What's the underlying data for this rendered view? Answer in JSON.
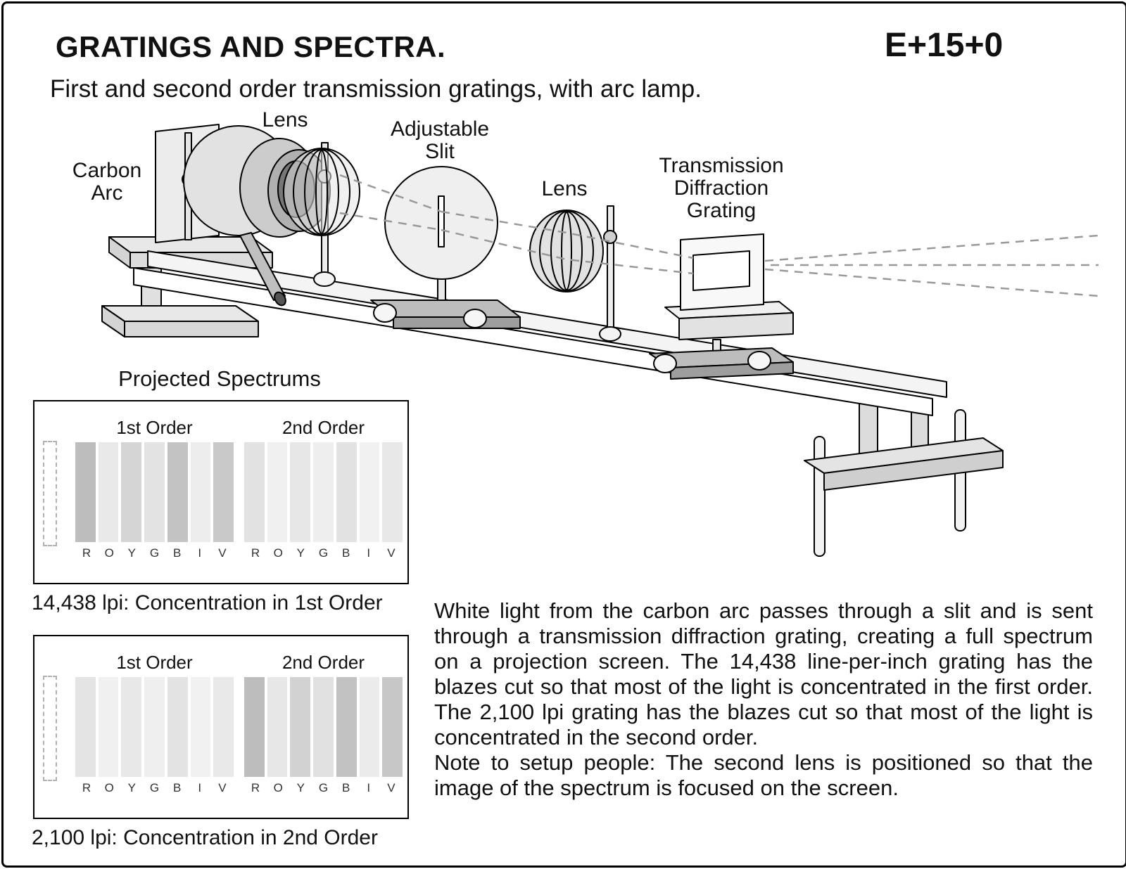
{
  "header": {
    "title": "GRATINGS AND SPECTRA.",
    "code": "E+15+0",
    "subtitle": "First and second order transmission gratings, with arc lamp."
  },
  "apparatus": {
    "labels": {
      "carbon_arc": "Carbon\nArc",
      "lens1": "Lens",
      "slit": "Adjustable\nSlit",
      "lens2": "Lens",
      "grating": "Transmission\nDiffraction\nGrating"
    }
  },
  "spectrums": {
    "heading": "Projected Spectrums",
    "letters": [
      "R",
      "O",
      "Y",
      "G",
      "B",
      "I",
      "V"
    ],
    "boxes": [
      {
        "first_order_label": "1st Order",
        "second_order_label": "2nd Order",
        "caption": "14,438 lpi: Concentration in 1st Order",
        "first_order_colors": [
          "#bdbdbd",
          "#e9e9e9",
          "#d5d5d5",
          "#e3e3e3",
          "#c3c3c3",
          "#ededed",
          "#c9c9c9"
        ],
        "second_order_colors": [
          "#e2e2e2",
          "#f0f0f0",
          "#e7e7e7",
          "#eeeeee",
          "#e2e2e2",
          "#f1f1f1",
          "#e8e8e8"
        ]
      },
      {
        "first_order_label": "1st Order",
        "second_order_label": "2nd Order",
        "caption": "2,100 lpi: Concentration in 2nd Order",
        "first_order_colors": [
          "#e4e4e4",
          "#f0f0f0",
          "#e8e8e8",
          "#efefef",
          "#e3e3e3",
          "#f1f1f1",
          "#e9e9e9"
        ],
        "second_order_colors": [
          "#bdbdbd",
          "#e7e7e7",
          "#d2d2d2",
          "#e1e1e1",
          "#c2c2c2",
          "#ebebeb",
          "#c7c7c7"
        ]
      }
    ]
  },
  "description": {
    "main": "White light from the carbon arc passes through a slit and is sent through a transmission diffraction grating, creating a full spectrum on a projection screen. The 14,438 line-per-inch grating has the blazes cut so that most of the light is concentrated in the first order.  The 2,100 lpi grating has the blazes cut so that most of the light is concentrated in the second order.",
    "note": "Note to setup people: The second lens is positioned so that the image of the spectrum is focused on the screen."
  }
}
